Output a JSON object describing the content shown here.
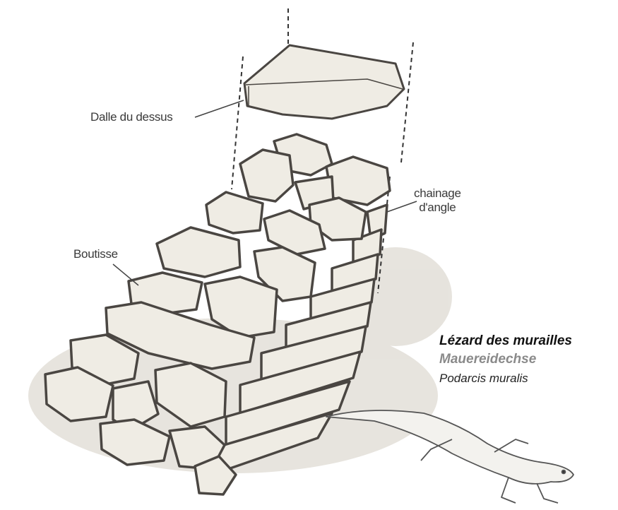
{
  "labels": {
    "top_slab": "Dalle du dessus",
    "corner_chain_line1": "chainage",
    "corner_chain_line2": "d'angle",
    "header_stone": "Boutisse"
  },
  "species": {
    "french": "Lézard des murailles",
    "german": "Mauereidechse",
    "latin": "Podarcis muralis"
  },
  "colors": {
    "stone_fill": "#eeebe3",
    "stone_outline": "#4a4642",
    "shadow": "#d9d6cf",
    "label_text": "#3a3a3a",
    "german_text": "#8a8a8a"
  }
}
